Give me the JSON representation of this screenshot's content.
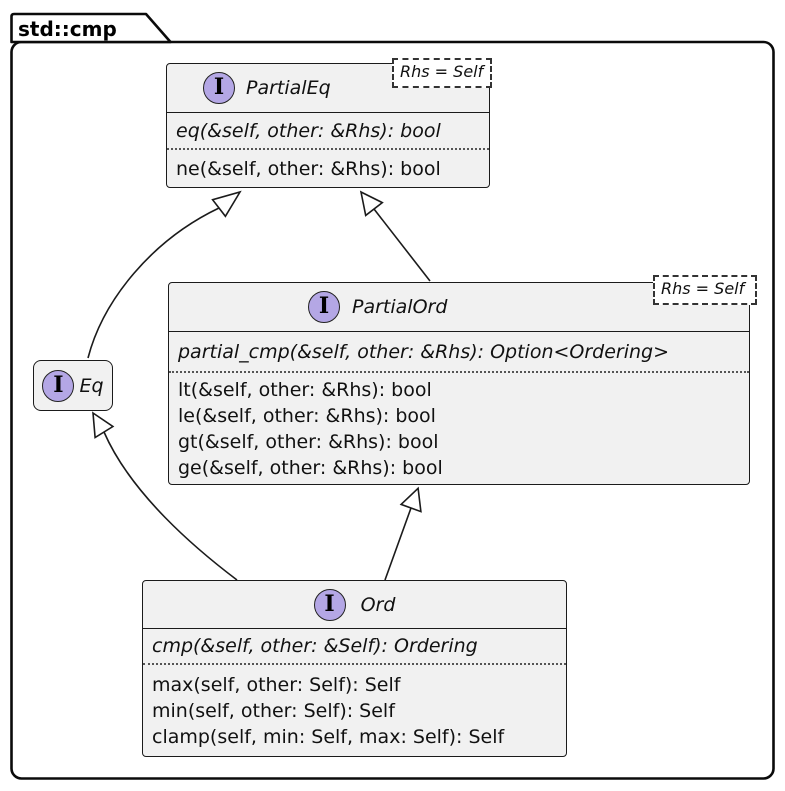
{
  "frame": {
    "title": "std::cmp"
  },
  "interface_icon": {
    "letter": "I"
  },
  "classes": {
    "partialeq": {
      "name": "PartialEq",
      "note": "Rhs = Self",
      "abstract_methods": [
        "eq(&self, other: &Rhs): bool"
      ],
      "methods": [
        "ne(&self, other: &Rhs): bool"
      ]
    },
    "partialord": {
      "name": "PartialOrd",
      "note": "Rhs = Self",
      "abstract_methods": [
        "partial_cmp(&self, other: &Rhs): Option<Ordering>"
      ],
      "methods": [
        "lt(&self, other: &Rhs): bool",
        "le(&self, other: &Rhs): bool",
        "gt(&self, other: &Rhs): bool",
        "ge(&self, other: &Rhs): bool"
      ]
    },
    "eq": {
      "name": "Eq"
    },
    "ord": {
      "name": "Ord",
      "abstract_methods": [
        "cmp(&self, other: &Self): Ordering"
      ],
      "methods": [
        "max(self, other: Self): Self",
        "min(self, other: Self): Self",
        "clamp(self, min: Self, max: Self): Self"
      ]
    }
  },
  "relations": [
    {
      "from": "Eq",
      "to": "PartialEq",
      "type": "inheritance"
    },
    {
      "from": "PartialOrd",
      "to": "PartialEq",
      "type": "inheritance"
    },
    {
      "from": "Ord",
      "to": "Eq",
      "type": "inheritance"
    },
    {
      "from": "Ord",
      "to": "PartialOrd",
      "type": "inheritance"
    }
  ],
  "colors": {
    "box_fill": "#F1F1F1",
    "box_border": "#1b1b1b",
    "interface_circle_fill": "#B4A7E5",
    "note_fill": "#ffffff",
    "background": "#ffffff"
  }
}
